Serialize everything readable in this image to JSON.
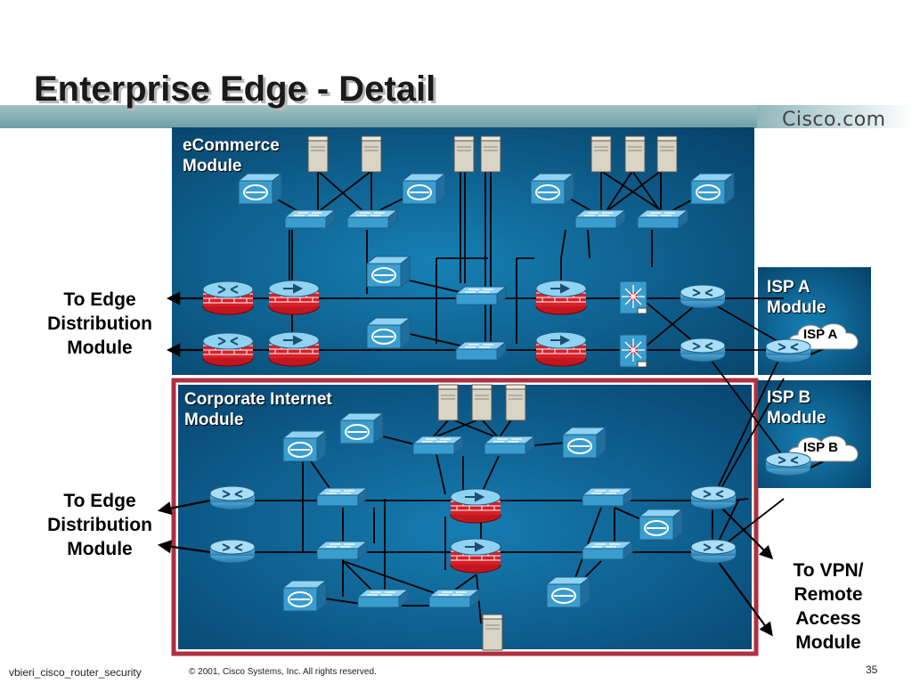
{
  "title": "Enterprise Edge - Detail",
  "logo": "Cisco.com",
  "modules": {
    "ecommerce": "eCommerce Module",
    "corporate": "Corporate Internet Module",
    "isp_a": "ISP A Module",
    "isp_b": "ISP B Module"
  },
  "clouds": {
    "isp_a": "ISP A",
    "isp_b": "ISP B"
  },
  "external_labels": {
    "edge_dist_1": "To Edge Distribution Module",
    "edge_dist_2": "To Edge Distribution Module",
    "vpn": "To VPN/ Remote Access Module"
  },
  "footer": {
    "left": "vbieri_cisco_router_security",
    "center": "© 2001, Cisco Systems, Inc. All rights reserved.",
    "page": "35"
  },
  "colors": {
    "panel_blue": "#0d5e8c",
    "corporate_border": "#b03040",
    "firewall_red": "#d6202a"
  }
}
